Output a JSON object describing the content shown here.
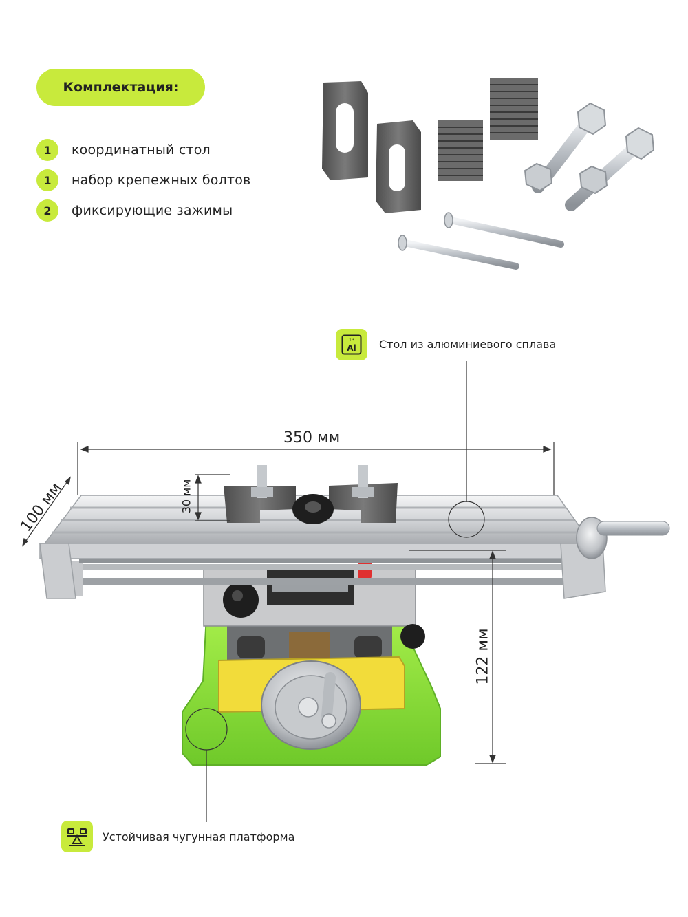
{
  "kit": {
    "title": "Комплектация:",
    "items": [
      {
        "qty": "1",
        "label": "координатный стол"
      },
      {
        "qty": "1",
        "label": "набор крепежных болтов"
      },
      {
        "qty": "2",
        "label": "фиксирующие зажимы"
      }
    ]
  },
  "features": {
    "aluminum": {
      "icon": "aluminum-element-icon",
      "icon_number": "13",
      "icon_symbol": "Al",
      "label": "Стол из алюминиевого сплава"
    },
    "platform": {
      "icon": "scale-platform-icon",
      "label": "Устойчивая чугунная платформа"
    }
  },
  "dimensions": {
    "length": "350 мм",
    "width": "100 мм",
    "clamp_height": "30 мм",
    "height": "122 мм"
  },
  "colors": {
    "accent": "#c8ea3c",
    "base_green": "#8ee23a",
    "handwheel_yellow": "#f2dc3a",
    "aluminum": "#d9dadc",
    "steel": "#5f5f5f"
  }
}
